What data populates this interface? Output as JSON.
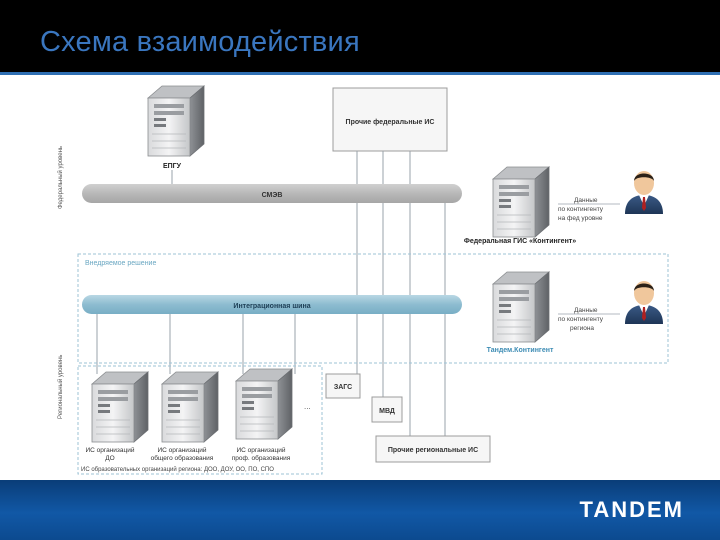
{
  "slide": {
    "title": "Схема взаимодействия",
    "brand": "TANDEM",
    "accent_color": "#3a76bf",
    "footer_color": "#1158a6"
  },
  "diagram": {
    "level_federal": "Федеральный уровень",
    "level_regional": "Региональный уровень",
    "epgu": "ЕПГУ",
    "other_federal": "Прочие федеральные ИС",
    "smev": "СМЭВ",
    "federal_gis": "Федеральная ГИС «Контингент»",
    "federal_data": [
      "Данные",
      "по контингенту",
      "на фед уровне"
    ],
    "implemented": "Внедряемое решение",
    "integration_bus": "Интеграционная шина",
    "tandem_kontingent": "Тандем.Контингент",
    "regional_data": [
      "Данные",
      "по контингенту",
      "региона"
    ],
    "zags": "ЗАГС",
    "mvd": "МВД",
    "other_regional": "Прочие региональные ИС",
    "servers": [
      {
        "line1": "ИС организаций",
        "line2": "ДО"
      },
      {
        "line1": "ИС организаций",
        "line2": "общего образования"
      },
      {
        "line1": "ИС организаций",
        "line2": "проф. образования"
      }
    ],
    "ellipsis": "...",
    "orgs_caption": "ИС образовательных организаций региона: ДОО, ДОУ, ОО, ПО, СПО"
  }
}
